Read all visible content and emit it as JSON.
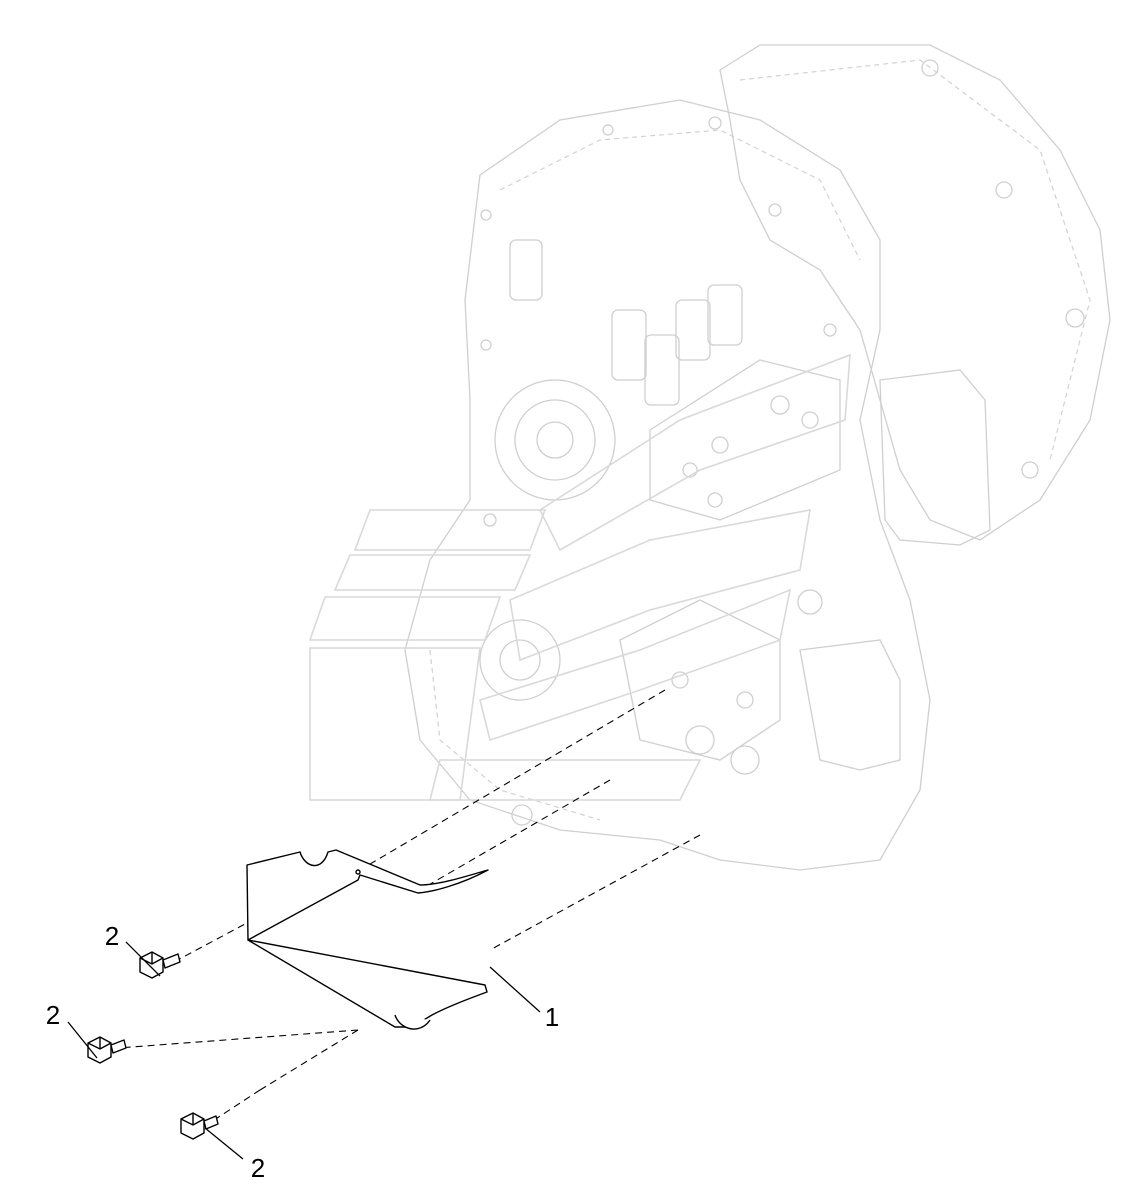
{
  "callouts": [
    {
      "id": "callout-1",
      "label": "1"
    },
    {
      "id": "callout-2a",
      "label": "2"
    },
    {
      "id": "callout-2b",
      "label": "2"
    },
    {
      "id": "callout-2c",
      "label": "2"
    }
  ],
  "colors": {
    "ghost_lines": "#cfcfcf",
    "part_lines": "#000000",
    "background": "#ffffff"
  }
}
